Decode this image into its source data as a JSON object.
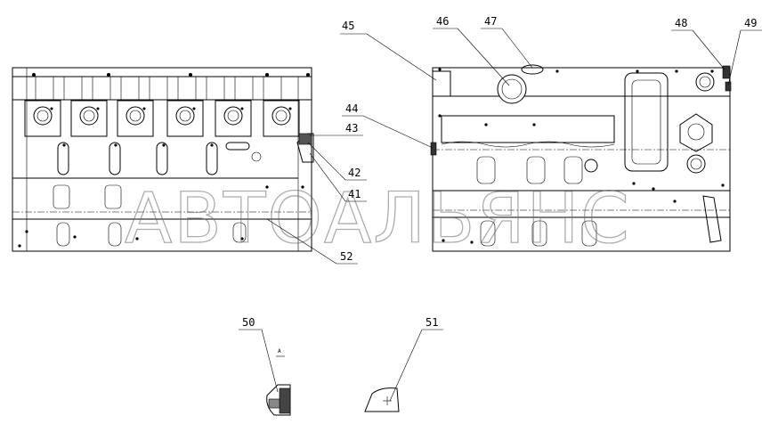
{
  "watermark": {
    "text": "АВТОАЛЬЯНС"
  },
  "callouts": {
    "c41": "41",
    "c42": "42",
    "c43": "43",
    "c44": "44",
    "c45": "45",
    "c46": "46",
    "c47": "47",
    "c48": "48",
    "c49": "49",
    "c50": "50",
    "c51": "51",
    "c52": "52"
  },
  "detail_50": {
    "scale_label": "A"
  }
}
